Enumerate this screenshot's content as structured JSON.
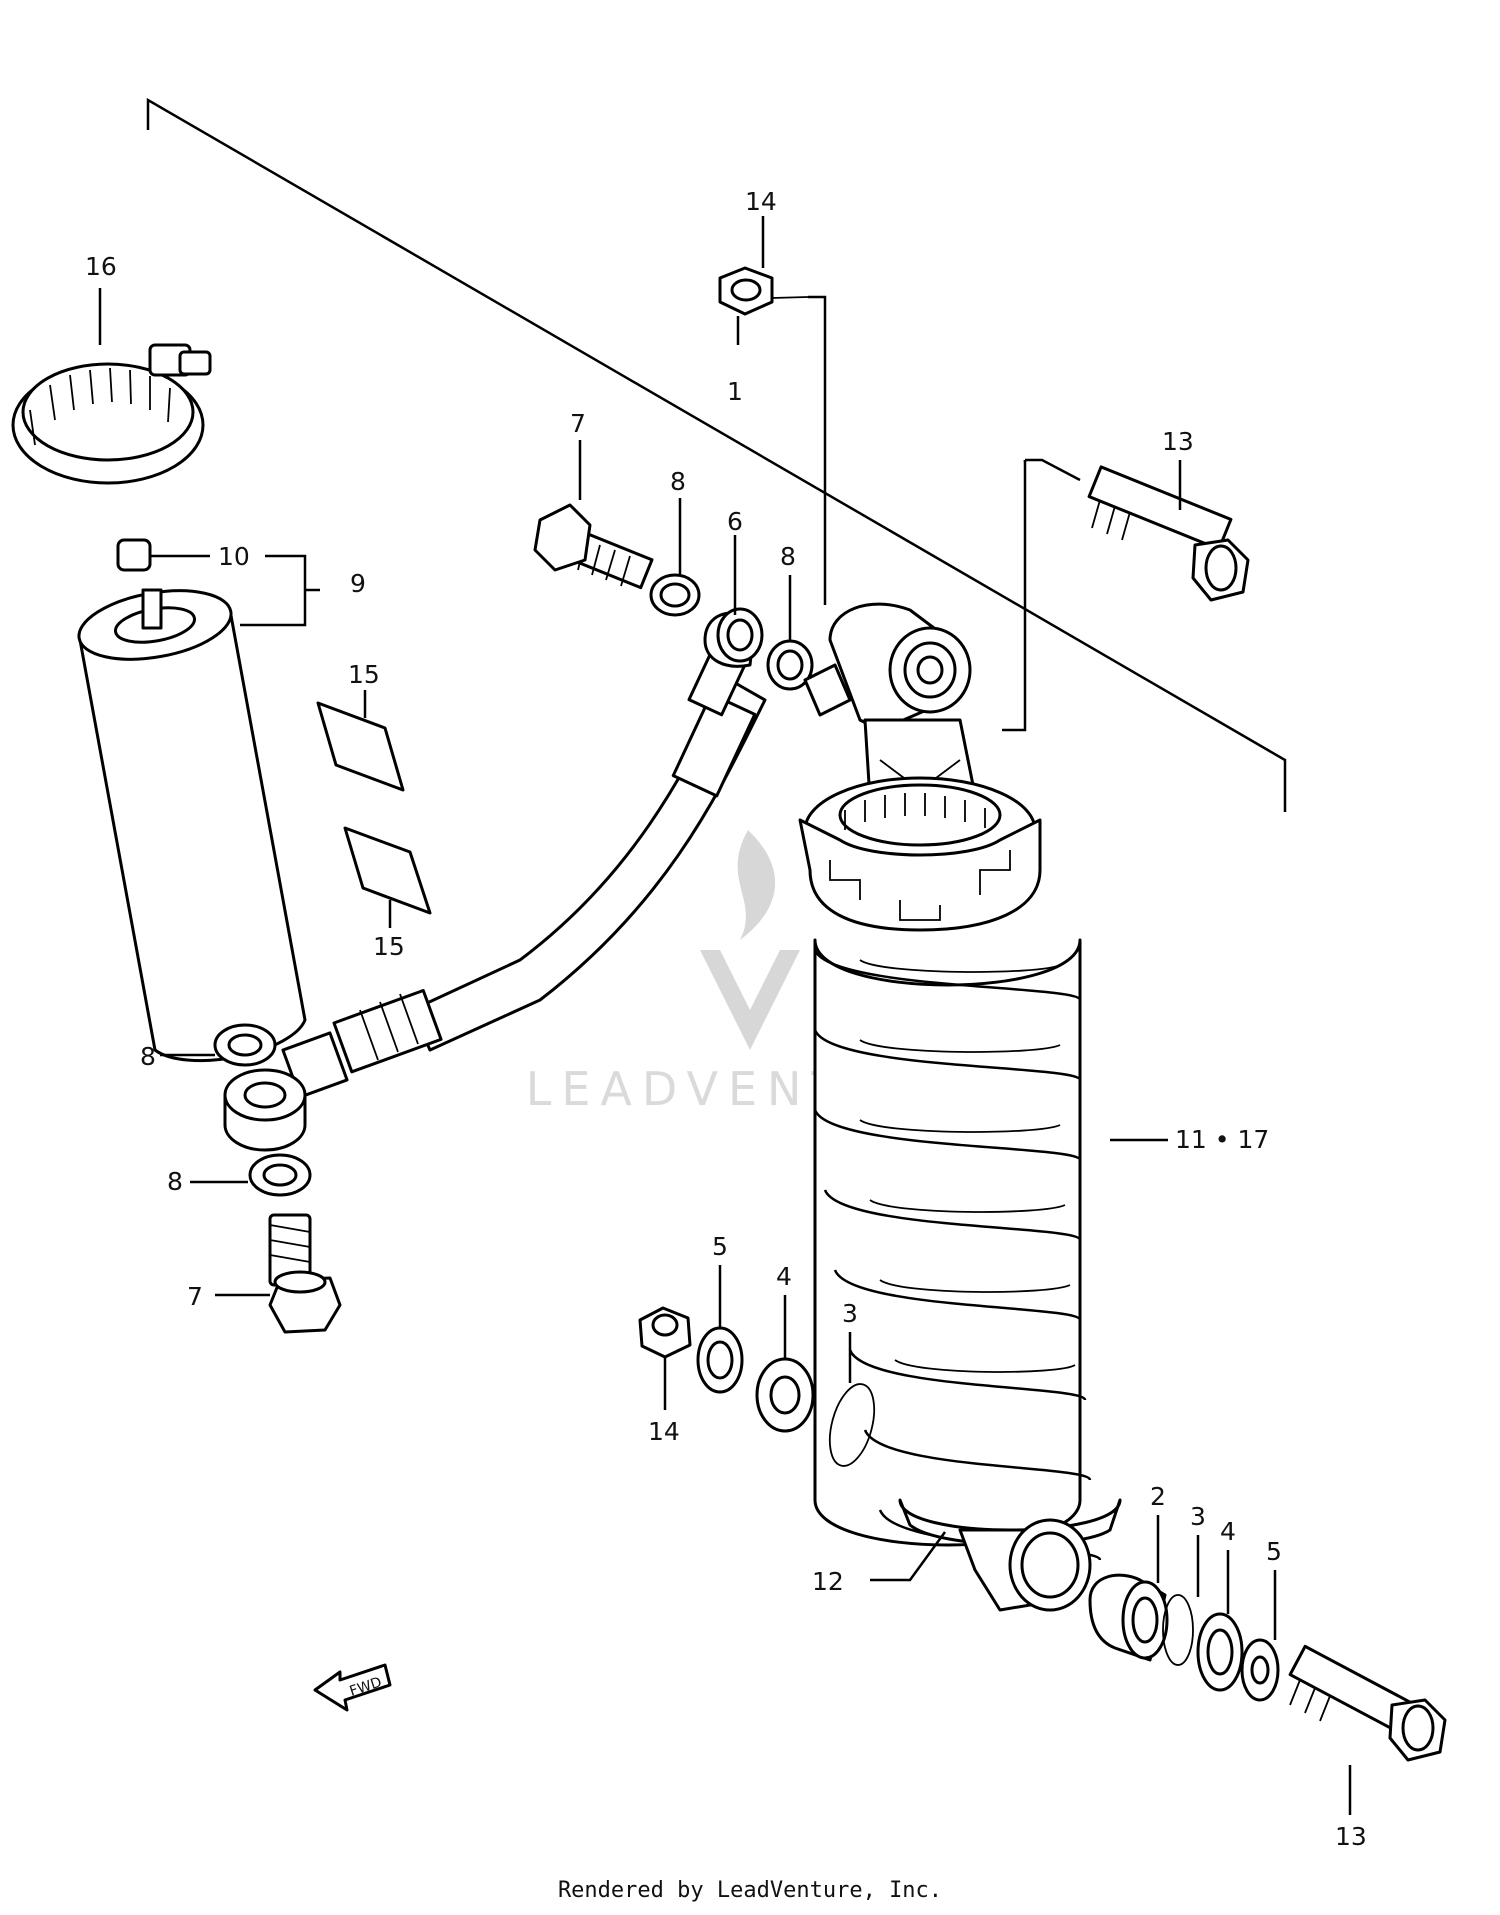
{
  "diagram": {
    "callouts": {
      "c1": "1",
      "c2": "2",
      "c3a": "3",
      "c3b": "3",
      "c4a": "4",
      "c4b": "4",
      "c5a": "5",
      "c5b": "5",
      "c6": "6",
      "c7a": "7",
      "c7b": "7",
      "c8a": "8",
      "c8b": "8",
      "c8c": "8",
      "c8d": "8",
      "c9": "9",
      "c10": "10",
      "c11": "11 • 17",
      "c12": "12",
      "c13a": "13",
      "c13b": "13",
      "c14a": "14",
      "c14b": "14",
      "c15a": "15",
      "c15b": "15",
      "c16": "16"
    },
    "watermark": "LEADVENTURE",
    "front_arrow": "FWD"
  },
  "footer": {
    "credit": "Rendered by LeadVenture, Inc."
  }
}
